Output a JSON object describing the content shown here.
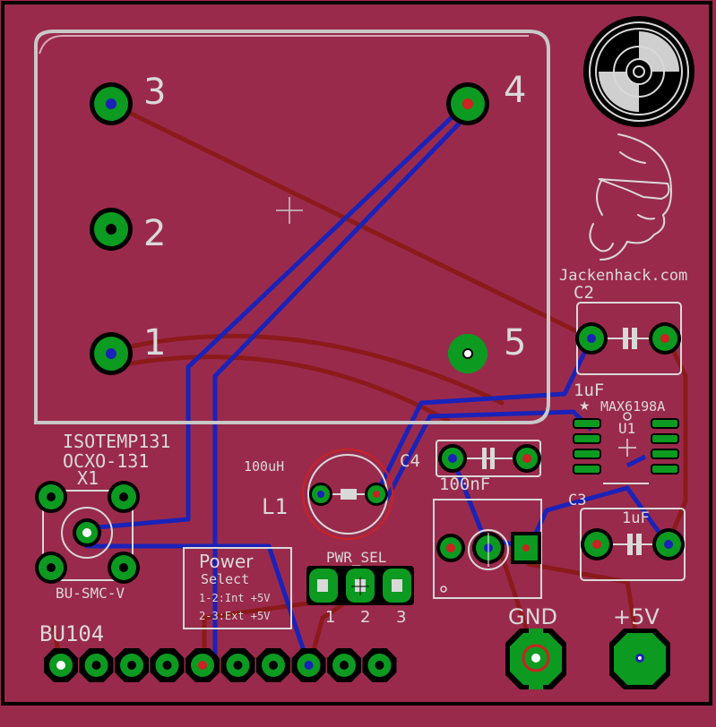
{
  "colors": {
    "board": "#9a2a4c",
    "outline": "#000000",
    "silk": "#d9d9d9",
    "copper_top": "#8b1a1a",
    "copper_bottom": "#1a22b8",
    "pad": "#0c9a20",
    "pad_ring": "#000000",
    "via_center": "#ffffff"
  },
  "labels": {
    "pin1": "1",
    "pin2": "2",
    "pin3": "3",
    "pin4": "4",
    "pin5": "5",
    "osc_name": "ISOTEMP131",
    "osc_value": "OCXO-131",
    "conn_name": "X1",
    "conn_value": "BU-SMC-V",
    "header_name": "BU104",
    "inductor_value": "100uH",
    "inductor_name": "L1",
    "cap_c4": "C4",
    "cap_c4_value": "100nF",
    "cap_c2": "C2",
    "cap_c2_value": "1uF",
    "cap_c3": "C3",
    "cap_c3_value": "1uF",
    "ic_name": "MAX6198A",
    "ic_ref": "U1",
    "ic_marker": "★",
    "website": "Jackenhack.com",
    "power_title": "Power",
    "power_subtitle": "Select",
    "power_opt1": "1-2:Int +5V",
    "power_opt2": "2-3:Ext +5V",
    "pwr_sel": "PWR_SEL",
    "sel1": "1",
    "sel2": "2",
    "sel3": "3",
    "gnd": "GND",
    "plus5v": "+5V"
  }
}
